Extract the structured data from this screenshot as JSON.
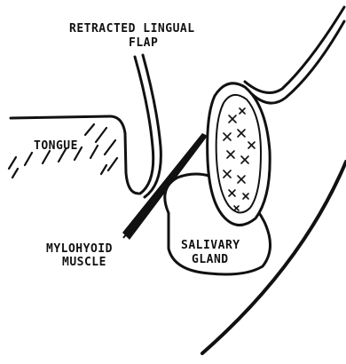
{
  "labels": {
    "retracted_line1": "RETRACTED LINGUAL",
    "retracted_line2": "FLAP",
    "tongue": "TONGUE",
    "mylohyoid_line1": "MYLOHYOID",
    "mylohyoid_line2": "MUSCLE",
    "salivary_line1": "SALIVARY",
    "salivary_line2": "GLAND"
  },
  "colors": {
    "ink": "#111111",
    "paper": "#ffffff"
  }
}
